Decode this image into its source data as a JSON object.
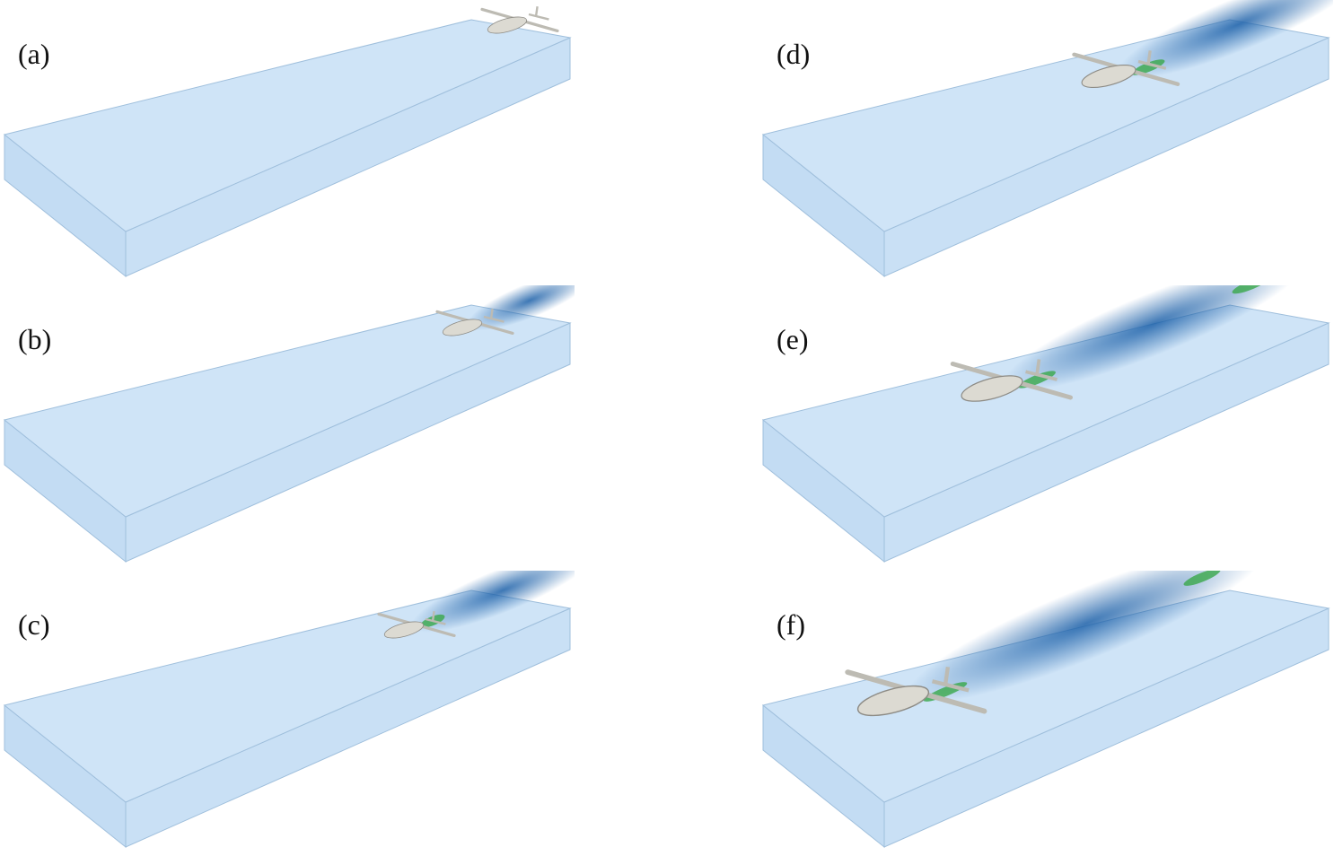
{
  "panels": [
    {
      "label": "(a)",
      "wake": 0
    },
    {
      "label": "(b)",
      "wake": 1
    },
    {
      "label": "(c)",
      "wake": 2
    },
    {
      "label": "(d)",
      "wake": 3
    },
    {
      "label": "(e)",
      "wake": 4
    },
    {
      "label": "(f)",
      "wake": 5
    }
  ],
  "colors": {
    "water": "#cfe4f7",
    "edge": "#9fbfdc",
    "wake_dark": "#1a5fa8",
    "wake_green": "#3aa84a",
    "hull": "#dcdad2"
  }
}
